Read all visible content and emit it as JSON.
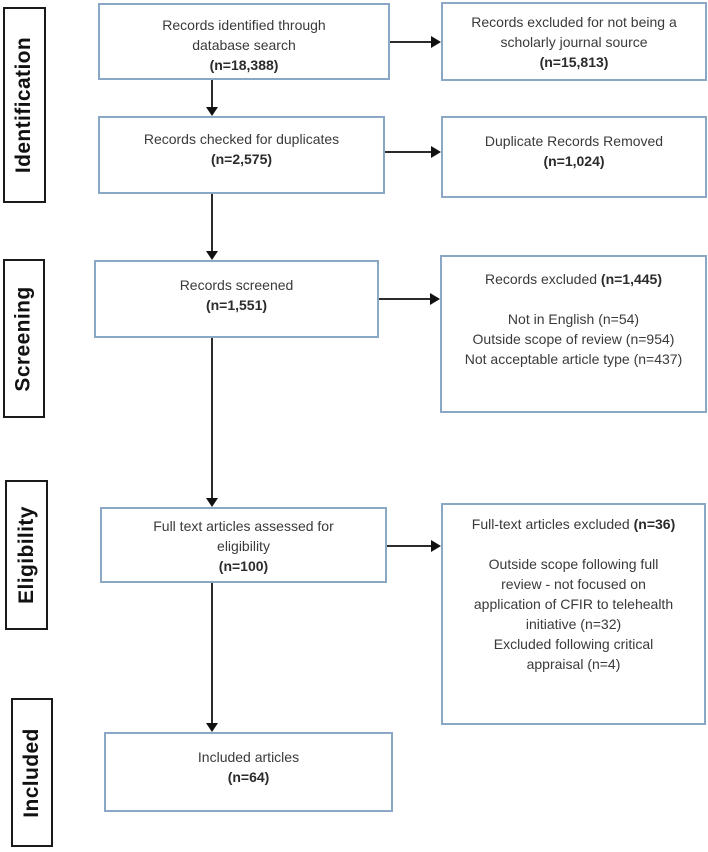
{
  "colors": {
    "box_border_blue": "#8aa7c6",
    "stage_border_black": "#1a1a1a",
    "text": "#3a3a3a",
    "arrow": "#111111"
  },
  "stages": [
    {
      "label": "Identification"
    },
    {
      "label": "Screening"
    },
    {
      "label": "Eligibility"
    },
    {
      "label": "Included"
    }
  ],
  "main_boxes": [
    {
      "lines": [
        "Records identified through",
        "database search"
      ],
      "count": "(n=18,388)"
    },
    {
      "lines": [
        "Records checked for duplicates"
      ],
      "count": "(n=2,575)"
    },
    {
      "lines": [
        "Records screened"
      ],
      "count": "(n=1,551)"
    },
    {
      "lines": [
        "Full text articles assessed for",
        "eligibility"
      ],
      "count": "(n=100)"
    },
    {
      "lines": [
        "Included articles"
      ],
      "count": "(n=64)"
    }
  ],
  "side_boxes": [
    {
      "lines": [
        "Records excluded for not being a",
        "scholarly journal source"
      ],
      "count": "(n=15,813)"
    },
    {
      "lines": [
        "Duplicate Records Removed"
      ],
      "count": "(n=1,024)"
    },
    {
      "header": "Records excluded",
      "header_count": "(n=1,445)",
      "details": [
        "Not in English (n=54)",
        "Outside scope of review (n=954)",
        "Not acceptable article type (n=437)"
      ]
    },
    {
      "header": "Full-text articles excluded",
      "header_count": "(n=36)",
      "details": [
        "Outside scope following full review - not focused on application of CFIR to telehealth initiative (n=32)",
        "Excluded following critical appraisal (n=4)"
      ]
    }
  ]
}
